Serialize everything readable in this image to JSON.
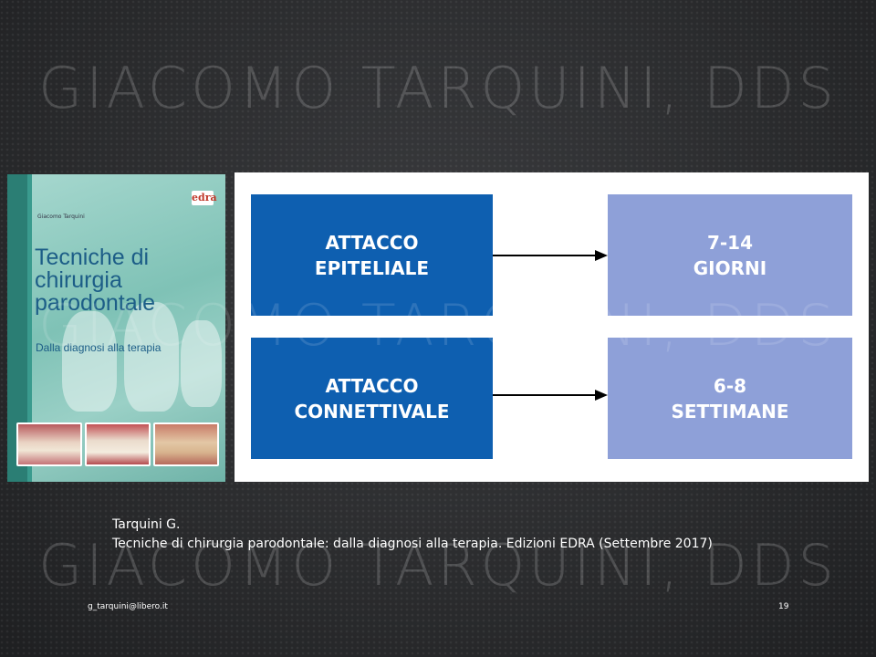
{
  "watermark": {
    "text": "GIACOMO TARQUINI, DDS"
  },
  "book_cover": {
    "publisher_logo": "edra",
    "author": "Giacomo Tarquini",
    "title": "Tecniche di chirurgia parodontale",
    "subtitle": "Dalla diagnosi alla terapia"
  },
  "diagram": {
    "rows": [
      {
        "left_label": "ATTACCO\nEPITELIALE",
        "right_label": "7-14\nGIORNI"
      },
      {
        "left_label": "ATTACCO\nCONNETTIVALE",
        "right_label": "6-8\nSETTIMANE"
      }
    ],
    "colors": {
      "left_box": "#0e5fb0",
      "right_box": "#8ea0d8",
      "arrow": "#000000"
    }
  },
  "citation": {
    "line1": "Tarquini G.",
    "line2": "Tecniche di chirurgia parodontale: dalla diagnosi alla terapia. Edizioni EDRA (Settembre 2017)"
  },
  "footer": {
    "email": "g_tarquini@libero.it",
    "page_number": "19"
  }
}
